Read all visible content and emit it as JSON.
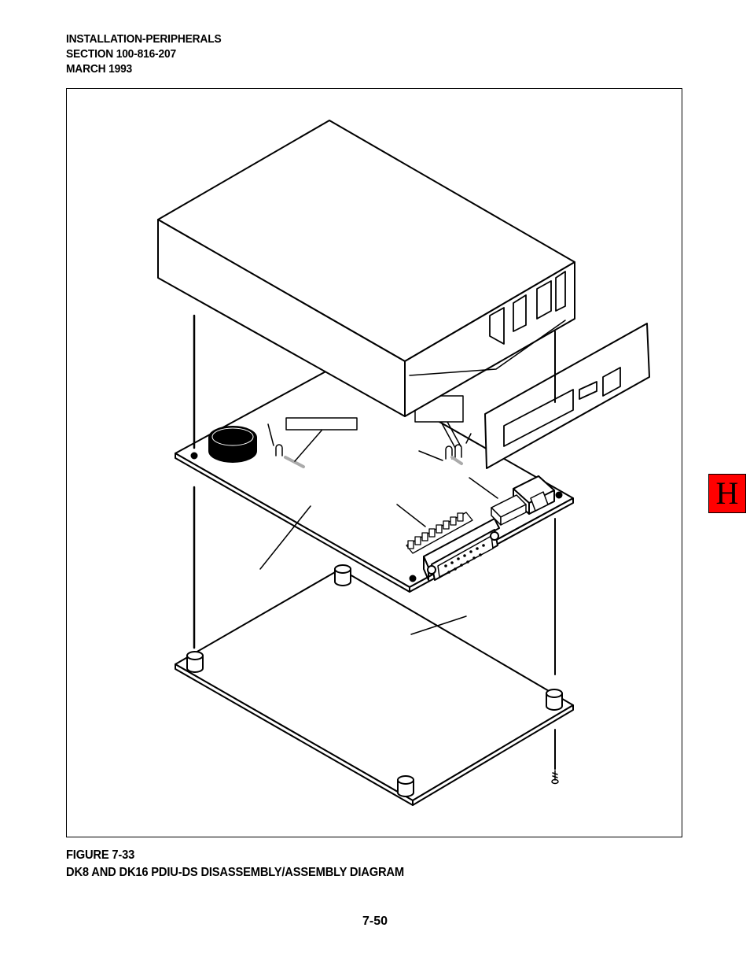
{
  "header": {
    "line1": "INSTALLATION-PERIPHERALS",
    "line2": "SECTION 100-816-207",
    "line3": "MARCH 1993"
  },
  "figure": {
    "number": "FIGURE 7-33",
    "title": "DK8 AND DK16 PDIU-DS DISASSEMBLY/ASSEMBLY DIAGRAM"
  },
  "page_number": "7-50",
  "section_tab": {
    "letter": "H",
    "color": "#ff0000"
  }
}
